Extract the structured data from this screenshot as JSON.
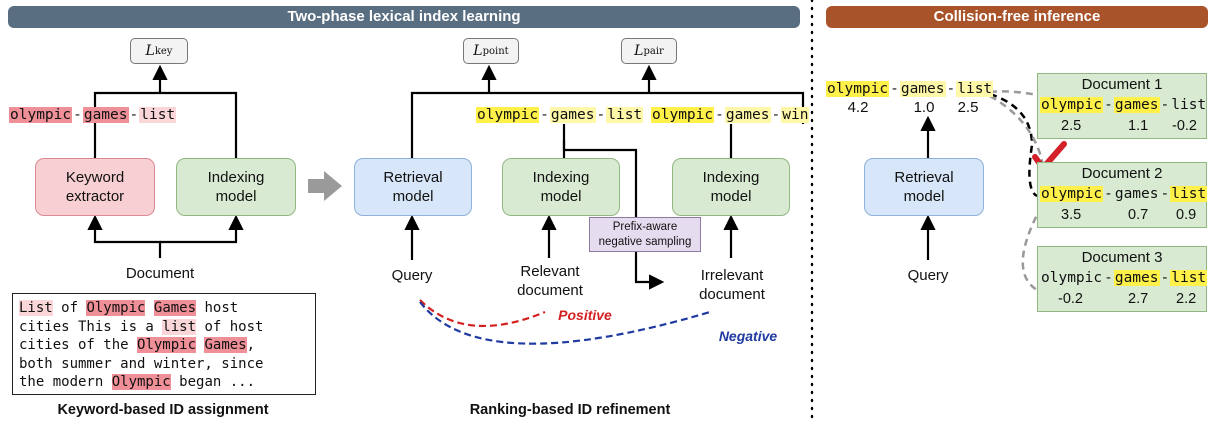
{
  "banners": {
    "left": "Two-phase lexical index learning",
    "right": "Collision-free inference",
    "left_color": "#5a6e82",
    "right_color": "#a8532a"
  },
  "losses": {
    "key": "key",
    "point": "point",
    "pair": "pair",
    "symbol": "L"
  },
  "boxes": {
    "keyword_extractor": "Keyword\nextractor",
    "indexing_model": "Indexing\nmodel",
    "retrieval_model": "Retrieval\nmodel"
  },
  "tokens": {
    "olympic": "olympic",
    "games": "games",
    "list": "list",
    "win": "win",
    "sep": "-"
  },
  "labels": {
    "document": "Document",
    "query": "Query",
    "relevant_document": "Relevant\ndocument",
    "irrelevant_document": "Irrelevant\ndocument",
    "positive": "Positive",
    "negative": "Negative",
    "prefix_sampling": "Prefix-aware\nnegative sampling"
  },
  "keyword_text": {
    "t1": "List",
    "t2": " of ",
    "t3": "Olympic",
    "t4": " ",
    "t5": "Games",
    "t6": " host",
    "t7": "cities  This is a ",
    "t8": "list",
    "t9": " of host",
    "t10": "cities of the ",
    "t11": "Olympic",
    "t12": " ",
    "t13": "Games",
    "t14": ",",
    "t15": "both summer and winter, since",
    "t16": "the modern ",
    "t17": "Olympic",
    "t18": " began ..."
  },
  "captions": {
    "keyword": "Keyword-based ID assignment",
    "ranking": "Ranking-based ID refinement"
  },
  "inference": {
    "query_scores": [
      "4.2",
      "1.0",
      "2.5"
    ],
    "documents": [
      {
        "title": "Document 1",
        "scores": [
          "2.5",
          "1.1",
          "-0.2"
        ]
      },
      {
        "title": "Document 2",
        "scores": [
          "3.5",
          "0.7",
          "0.9"
        ]
      },
      {
        "title": "Document 3",
        "scores": [
          "-0.2",
          "2.7",
          "2.2"
        ]
      }
    ]
  }
}
